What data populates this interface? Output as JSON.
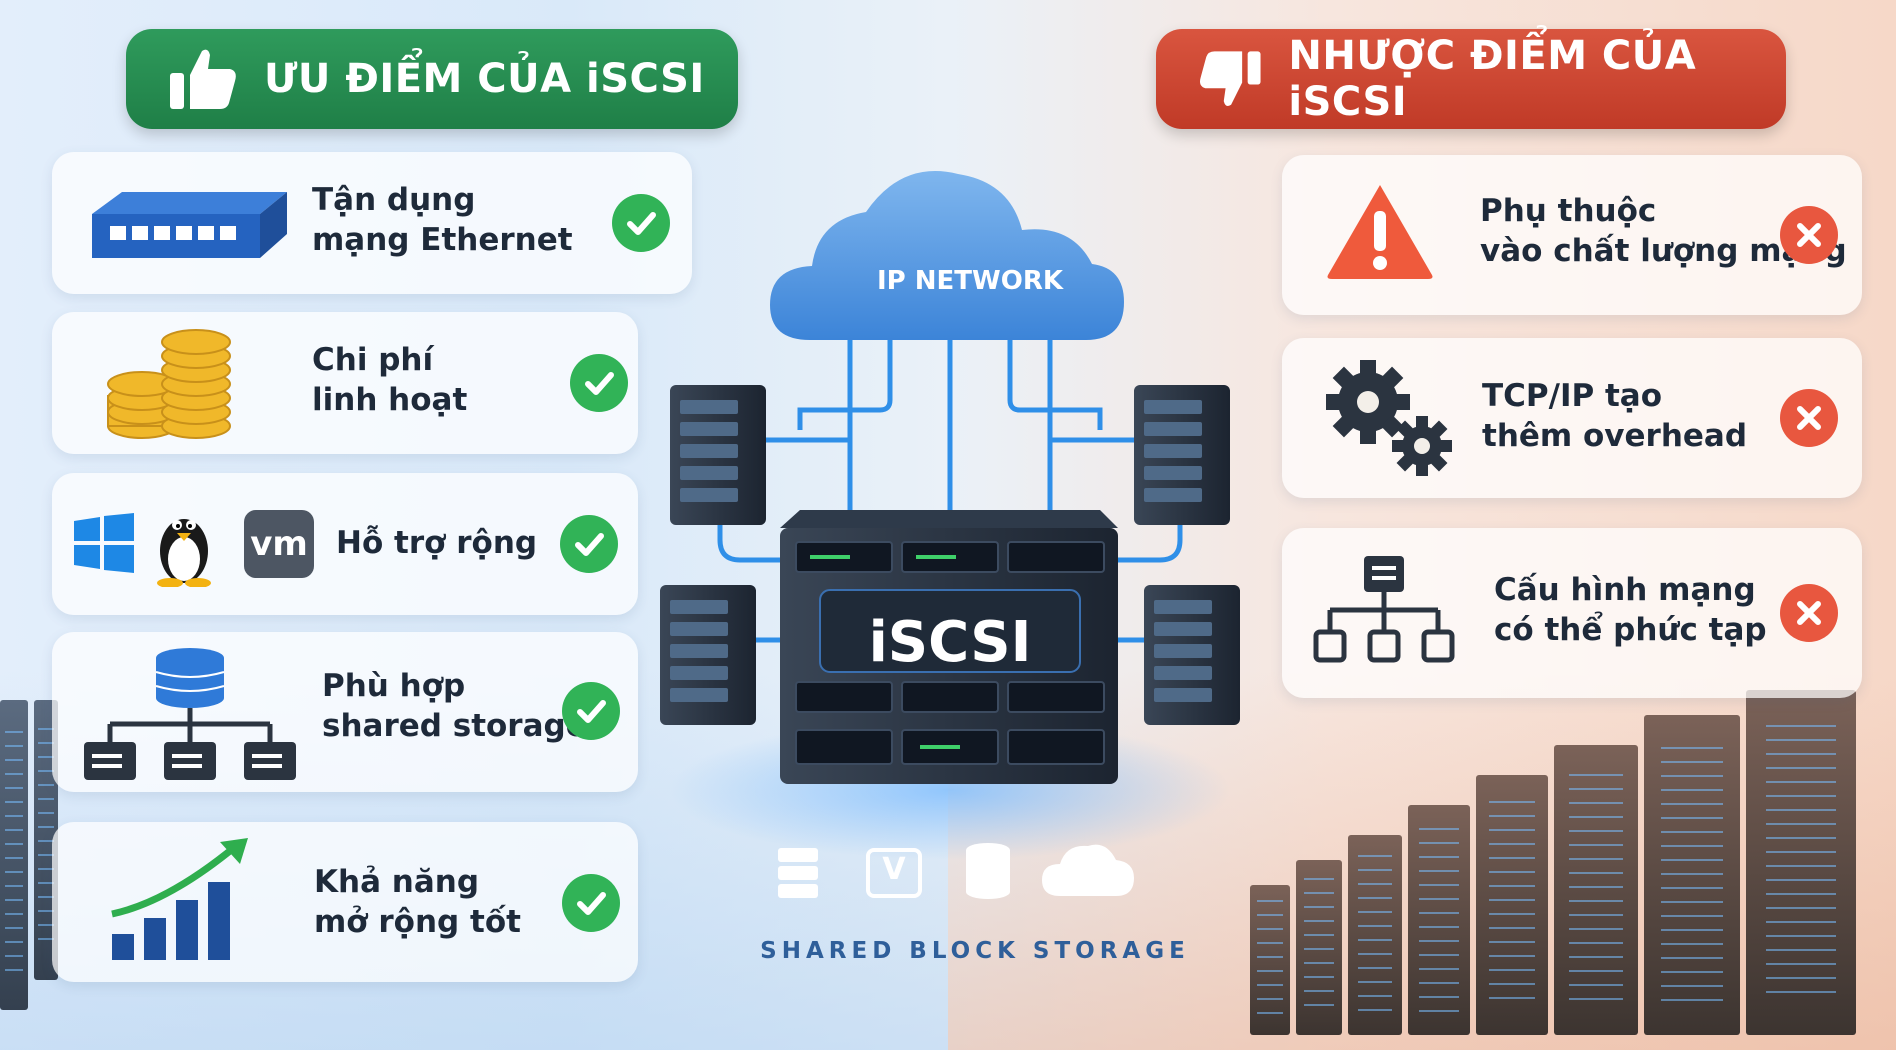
{
  "pros": {
    "title": "ƯU ĐIỂM CỦA iSCSI",
    "items": [
      {
        "line1": "Tận dụng",
        "line2": "mạng Ethernet",
        "icon": "network-switch-icon"
      },
      {
        "line1": "Chi phí",
        "line2": "linh hoạt",
        "icon": "coins-icon"
      },
      {
        "line1": "Hỗ trợ rộng",
        "line2": "",
        "icon": "os-logos-icon",
        "vm_text": "vm"
      },
      {
        "line1": "Phù hợp",
        "line2": "shared storage",
        "icon": "shared-storage-icon"
      },
      {
        "line1": "Khả năng",
        "line2": "mở rộng tốt",
        "icon": "growth-chart-icon"
      }
    ]
  },
  "cons": {
    "title": "NHƯỢC ĐIỂM CỦA iSCSI",
    "items": [
      {
        "line1": "Phụ thuộc",
        "line2": "vào chất lượng mạng",
        "icon": "warning-icon"
      },
      {
        "line1": "TCP/IP tạo",
        "line2": "thêm overhead",
        "icon": "gears-icon"
      },
      {
        "line1": "Cấu hình mạng",
        "line2": "có thể phức tạp",
        "icon": "network-topology-icon"
      }
    ]
  },
  "center": {
    "cloud_label": "IP NETWORK",
    "device_label": "iSCSI",
    "footer": "SHARED BLOCK STORAGE",
    "footer_icons": [
      "server-icon",
      "virtual-machine-icon",
      "database-icon",
      "cloud-icon"
    ],
    "vm_glyph": "V"
  },
  "colors": {
    "pros_accent": "#1f7f47",
    "cons_accent": "#c03a27",
    "check": "#31b357",
    "cross": "#e8573f",
    "network_line": "#2f8fe8"
  }
}
